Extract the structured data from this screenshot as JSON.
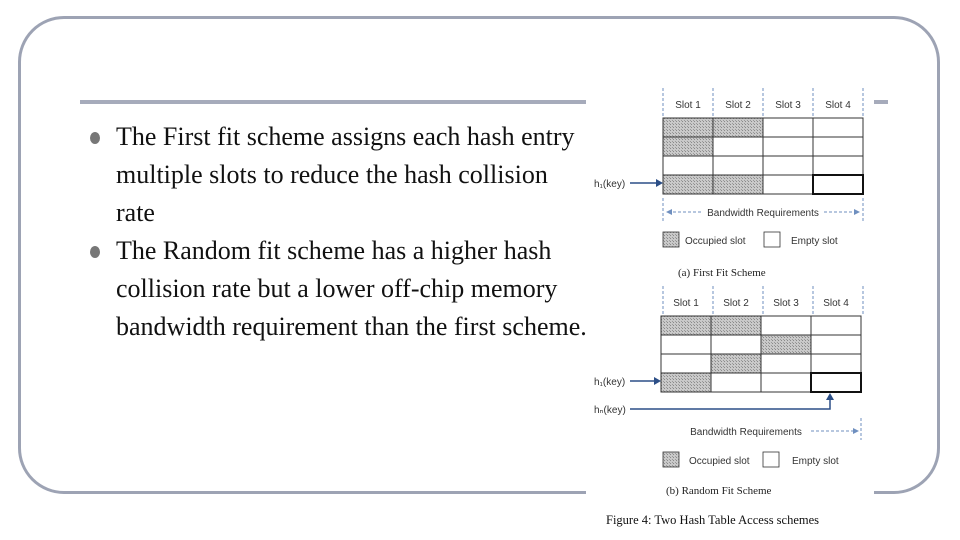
{
  "bullets": [
    "The First fit scheme assigns each hash entry multiple slots to reduce the hash collision rate",
    "The Random fit scheme has a higher hash collision rate but a lower off-chip memory bandwidth requirement than the first scheme."
  ],
  "figure": {
    "slot_labels": [
      "Slot 1",
      "Slot 2",
      "Slot 3",
      "Slot 4"
    ],
    "first_fit": {
      "hash_label": "h₁(key)",
      "bandwidth_label": "Bandwidth Requirements",
      "occupied_label": "Occupied slot",
      "empty_label": "Empty slot",
      "caption": "(a) First Fit Scheme",
      "occupied": [
        [
          1,
          1,
          0,
          0
        ],
        [
          1,
          0,
          0,
          0
        ],
        [
          0,
          0,
          0,
          0
        ],
        [
          1,
          1,
          0,
          0
        ]
      ]
    },
    "random_fit": {
      "hash1_label": "h₁(key)",
      "hash2_label": "hₙ(key)",
      "bandwidth_label": "Bandwidth Requirements",
      "occupied_label": "Occupied slot",
      "empty_label": "Empty slot",
      "caption": "(b) Random Fit Scheme",
      "occupied": [
        [
          1,
          1,
          0,
          0
        ],
        [
          0,
          0,
          1,
          0
        ],
        [
          0,
          1,
          0,
          0
        ],
        [
          1,
          0,
          0,
          0
        ]
      ]
    },
    "caption": "Figure 4: Two Hash Table Access schemes"
  }
}
